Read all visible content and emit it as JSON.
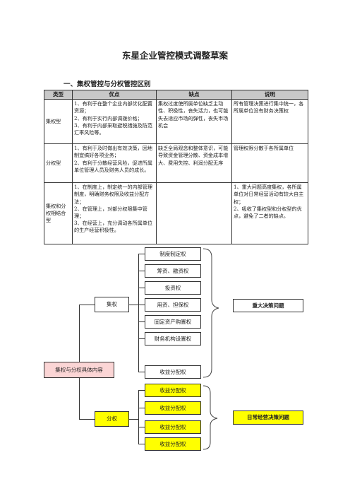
{
  "title": "东星企业管控模式调整草案",
  "section_heading": "一、集权管控与分权管控区别",
  "table": {
    "headers": [
      "类型",
      "优点",
      "缺点",
      "说明"
    ],
    "rows": [
      {
        "type": "集权型",
        "pros": "1、有利于在整个企业内部优化配置资源；\n2、有利于实行内部调拨价格；\n3、有利于内部采取避税措施及防范汇率风险等。",
        "cons": "集权过度使所属单位缺乏主动性、积极性，丧失活力，也可能失去适应市场的弹性，丧失市场机会",
        "note": "所有管理决策进行集中统一，各所属单位没有财务决策权"
      },
      {
        "type": "分权型",
        "pros": "1、有利于及时做出有效决策，因地制宜搞好各项业务；\n2、有利于分散经营风险，促进所属单位管理人员及财务人员的成长。",
        "cons": "缺乏全局观念和整体意识，可能导致资金管理分散、资金成本增大、费用失控、利润分配无序",
        "note": "管理权限分散于各所属单位"
      },
      {
        "type": "集权和分权相结合型",
        "pros": "1、在制度上，制定统一的内部管理制度，明确财务权限及收益分配方法；\n2、在管理上，对部分权限集中管理；\n3、在经营上，充分调动各所属单位的生产经营积极性。",
        "cons": "",
        "note": "1、重大问题高度集权，各所属单位对日常经营活动有较大自主权；\n2、吸收了集权型和分权型的优点，避免了二者的缺点。"
      }
    ]
  },
  "diagram": {
    "root": "集权与分权具体内容",
    "centralized": {
      "label": "集权",
      "items": [
        "制度制定权",
        "筹资、融资权",
        "投资权",
        "用资、担保权",
        "固定资产购置权",
        "财务机构设置权",
        "收益分配权"
      ],
      "result": "重大决策问题"
    },
    "decentralized": {
      "label": "分权",
      "items": [
        "收益分配权",
        "收益分配权",
        "收益分配权",
        "收益分配权"
      ],
      "result": "日常经营决策问题"
    },
    "colors": {
      "highlight": "#ffff00",
      "root_fill": "#fbd5d5"
    }
  }
}
